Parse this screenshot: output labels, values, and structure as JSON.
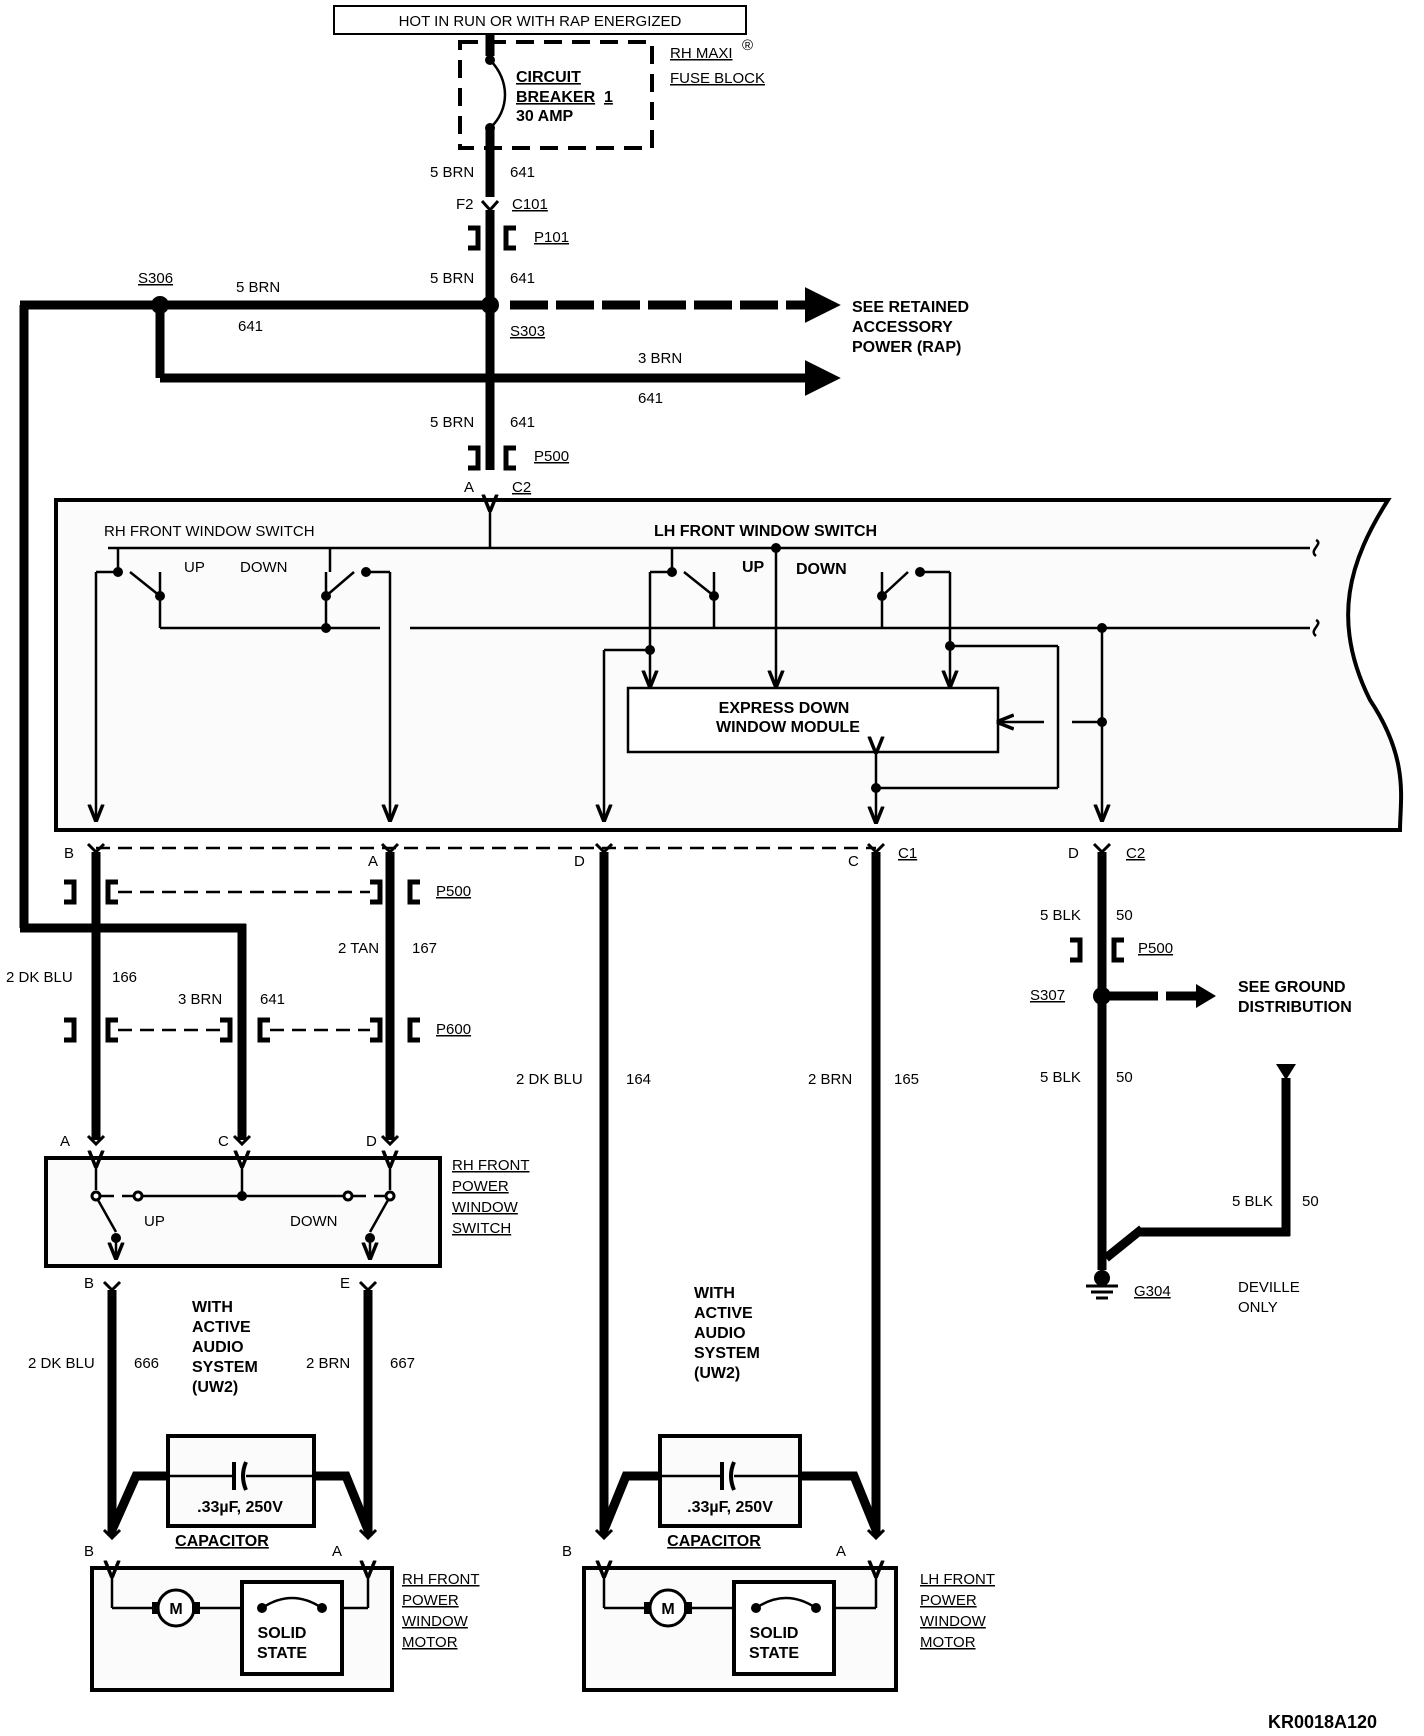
{
  "power_source": "HOT IN RUN OR WITH RAP ENERGIZED",
  "fuse_block": {
    "name_line1": "RH MAXI",
    "reg_mark": "®",
    "name_line2": "FUSE BLOCK"
  },
  "circuit_breaker": {
    "line1": "CIRCUIT",
    "line2": "BREAKER",
    "number": "1",
    "rating": "30 AMP"
  },
  "wires": {
    "w641_a": {
      "color": "5 BRN",
      "circuit": "641"
    },
    "w641_b": {
      "color": "5 BRN",
      "circuit": "641"
    },
    "w641_s306": {
      "color": "5 BRN",
      "circuit": "641"
    },
    "w641_rap3": {
      "color": "3 BRN",
      "circuit": "641"
    },
    "w641_c": {
      "color": "5 BRN",
      "circuit": "641"
    },
    "w166": {
      "color": "2 DK BLU",
      "circuit": "166"
    },
    "w641_rh": {
      "color": "3 BRN",
      "circuit": "641"
    },
    "w167": {
      "color": "2 TAN",
      "circuit": "167"
    },
    "w164": {
      "color": "2 DK BLU",
      "circuit": "164"
    },
    "w165": {
      "color": "2 BRN",
      "circuit": "165"
    },
    "w50_a": {
      "color": "5 BLK",
      "circuit": "50"
    },
    "w50_b": {
      "color": "5 BLK",
      "circuit": "50"
    },
    "w50_c": {
      "color": "5 BLK",
      "circuit": "50"
    },
    "w666": {
      "color": "2 DK BLU",
      "circuit": "666"
    },
    "w667": {
      "color": "2 BRN",
      "circuit": "667"
    }
  },
  "connectors": {
    "f2": "F2",
    "c101": "C101",
    "p101": "P101",
    "p500_top": "P500",
    "c2_top_pin": "A",
    "c2_top": "C2",
    "c1_b": "B",
    "c1_a": "A",
    "c1_d": "D",
    "c1_c": "C",
    "c1": "C1",
    "c2_right_pin": "D",
    "c2_right": "C2",
    "p500_left": "P500",
    "p600": "P600",
    "p500_right": "P500",
    "rh_sw_a": "A",
    "rh_sw_c": "C",
    "rh_sw_d": "D",
    "rh_sw_b": "B",
    "rh_sw_e": "E",
    "rh_motor_b": "B",
    "rh_motor_a": "A",
    "lh_motor_b": "B",
    "lh_motor_a": "A"
  },
  "splices": {
    "s306": "S306",
    "s303": "S303",
    "s307": "S307"
  },
  "grounds": {
    "g304": "G304",
    "deville_line1": "DEVILLE",
    "deville_line2": "ONLY"
  },
  "notes": {
    "rap_line1": "SEE RETAINED",
    "rap_line2": "ACCESSORY",
    "rap_line3": "POWER (RAP)",
    "gnd_line1": "SEE GROUND",
    "gnd_line2": "DISTRIBUTION"
  },
  "door_module": {
    "rh_switch": "RH FRONT WINDOW SWITCH",
    "lh_switch": "LH FRONT WINDOW SWITCH",
    "rh_up": "UP",
    "rh_down": "DOWN",
    "lh_up": "UP",
    "lh_down": "DOWN",
    "express_line1": "EXPRESS DOWN",
    "express_line2": "WINDOW MODULE"
  },
  "rh_power_switch": {
    "line1": "RH FRONT",
    "line2": "POWER",
    "line3": "WINDOW",
    "line4": "SWITCH",
    "up": "UP",
    "down": "DOWN"
  },
  "active_audio": {
    "line1": "WITH",
    "line2": "ACTIVE",
    "line3": "AUDIO",
    "line4": "SYSTEM",
    "line5": "(UW2)"
  },
  "capacitor": {
    "value": ".33µF, 250V",
    "label": "CAPACITOR"
  },
  "rh_motor": {
    "line1": "RH FRONT",
    "line2": "POWER",
    "line3": "WINDOW",
    "line4": "MOTOR",
    "motor": "M",
    "ss1": "SOLID",
    "ss2": "STATE"
  },
  "lh_motor": {
    "line1": "LH FRONT",
    "line2": "POWER",
    "line3": "WINDOW",
    "line4": "MOTOR",
    "motor": "M",
    "ss1": "SOLID",
    "ss2": "STATE"
  },
  "figure_id": "KR0018A120"
}
